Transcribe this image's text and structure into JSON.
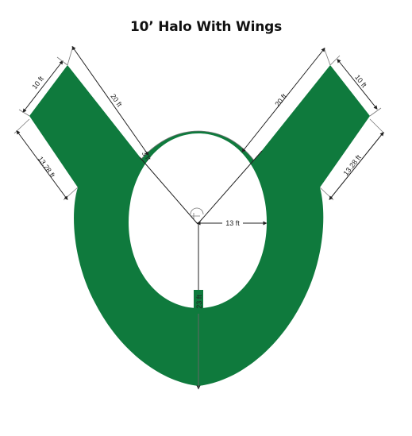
{
  "title": "10’ Halo With Wings",
  "colors": {
    "halo_fill": "#0f7a3d",
    "background": "#ffffff",
    "line": "#222222"
  },
  "dimensions": {
    "left_wing_width": "10 ft",
    "left_wing_length": "20 ft",
    "left_wing_side": "13.28 ft",
    "left_inner_small": "3 ft",
    "right_wing_width": "10 ft",
    "right_wing_length": "20 ft",
    "right_wing_side": "13.28 ft",
    "inner_radius": "13 ft",
    "outer_radius": "23 ft"
  }
}
